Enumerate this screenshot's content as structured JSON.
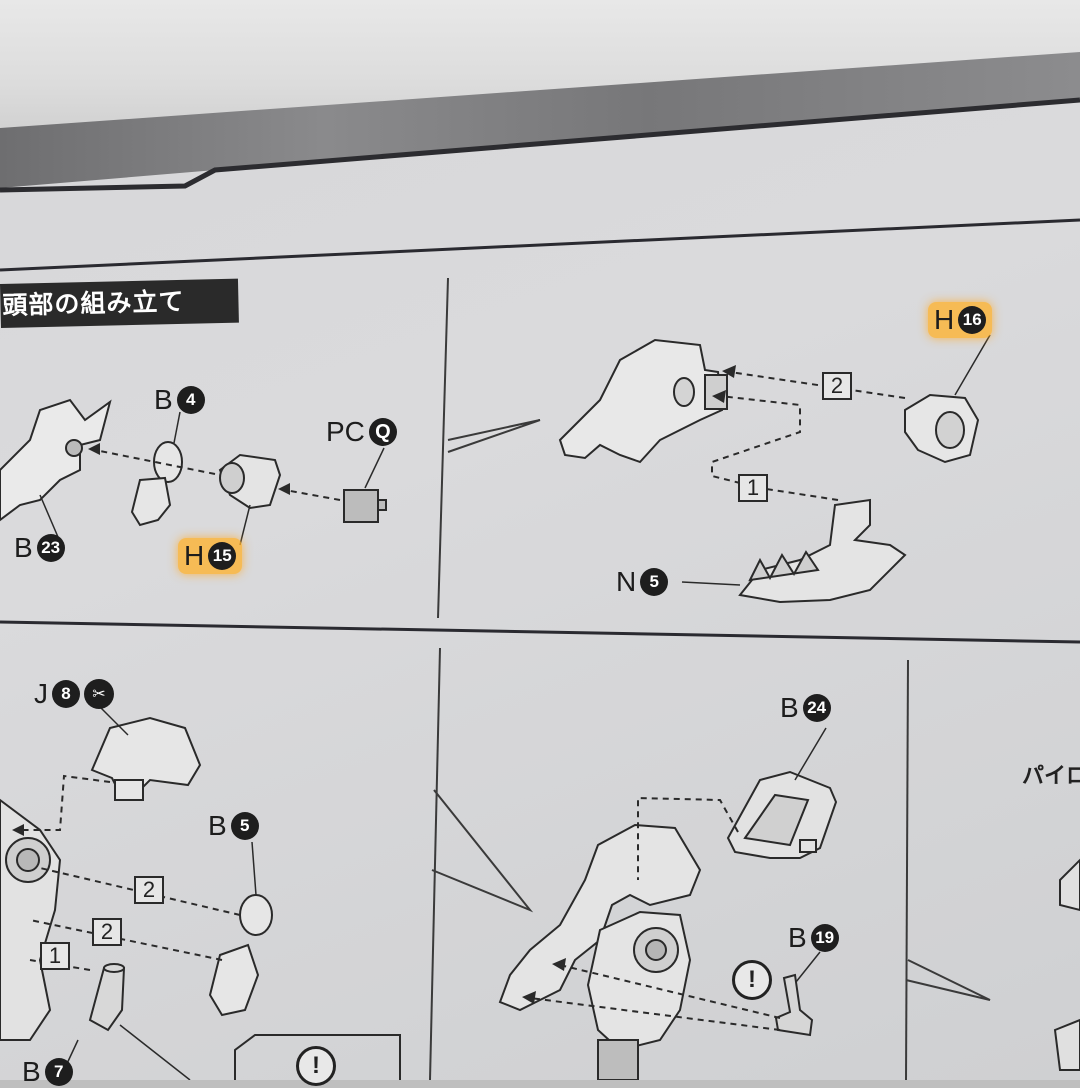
{
  "section_title": "頭部の組み立て",
  "side_title": "パイロ",
  "top_left": {
    "parts": [
      {
        "runner": "B",
        "number": "4"
      },
      {
        "runner": "PC",
        "number": "Q"
      },
      {
        "runner": "B",
        "number": "23"
      },
      {
        "runner": "H",
        "number": "15",
        "highlighted": true
      }
    ]
  },
  "top_right": {
    "parts": [
      {
        "runner": "H",
        "number": "16",
        "highlighted": true
      },
      {
        "runner": "N",
        "number": "5"
      }
    ],
    "steps": [
      "2",
      "1"
    ]
  },
  "bottom_left": {
    "parts": [
      {
        "runner": "J",
        "number": "8"
      },
      {
        "runner": "B",
        "number": "5"
      },
      {
        "runner": "B",
        "number": "7"
      }
    ],
    "steps": [
      "2",
      "2",
      "1"
    ]
  },
  "bottom_right": {
    "parts": [
      {
        "runner": "B",
        "number": "24"
      },
      {
        "runner": "B",
        "number": "19"
      }
    ],
    "warning": "!"
  },
  "colors": {
    "highlight": "#ffb028",
    "ink": "#1e1e1e",
    "paper": "#d7d7d9"
  }
}
